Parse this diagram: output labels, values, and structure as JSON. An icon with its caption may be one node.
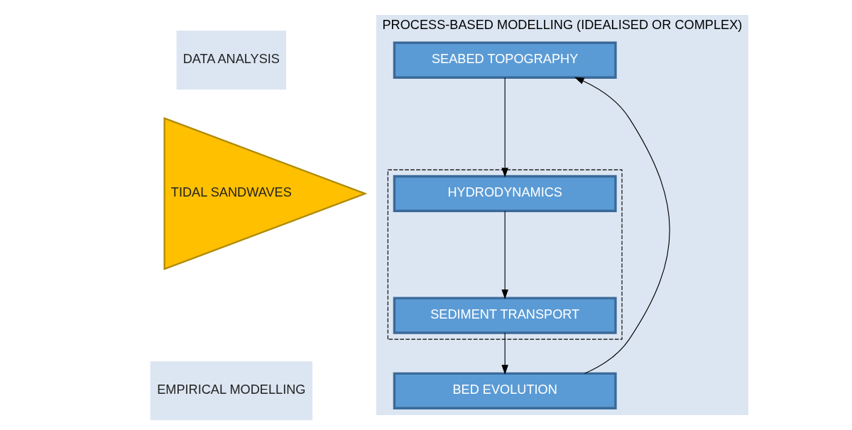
{
  "diagram": {
    "nodes": [
      {
        "text": [
          "DATA ANALYSIS"
        ]
      },
      {
        "text": [
          "EMPIRICAL MODELLING"
        ]
      },
      {
        "text": [
          "TIDAL SANDWAVES"
        ]
      },
      {
        "text": [
          "PROCESS-BASED MODELLING (IDEALISED OR COMPLEX)"
        ]
      },
      {
        "text": [
          "SEABED TOPOGRAPHY"
        ],
        "in": 3
      },
      {
        "text": [],
        "shape": "box",
        "in": 3
      },
      {
        "text": [
          "HYDRODYNAMICS"
        ],
        "in": 5
      },
      {
        "text": [
          "SEDIMENT TRANSPORT"
        ],
        "in": 5
      },
      {
        "text": [
          "BED EVOLUTION"
        ],
        "in": 3
      }
    ],
    "edges": [
      {
        "from": 4,
        "to": 6,
        "arrow": "to"
      },
      {
        "from": 6,
        "to": 7,
        "arrow": "to"
      },
      {
        "from": 7,
        "to": 8,
        "arrow": "to"
      },
      {
        "from": 8,
        "to": 4,
        "arrow": "to"
      }
    ]
  }
}
